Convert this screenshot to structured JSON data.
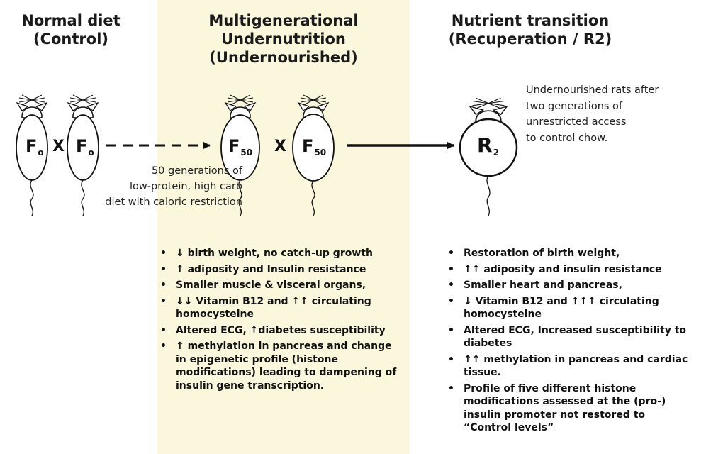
{
  "headings": {
    "control": [
      "Normal diet",
      "(Control)"
    ],
    "undernutrition": [
      "Multigenerational",
      "Undernutrition",
      "(Undernourished)"
    ],
    "recuperation": [
      "Nutrient transition",
      "(Recuperation / R2)"
    ]
  },
  "rats": {
    "control_1": {
      "main": "F",
      "sub": "o"
    },
    "control_2": {
      "main": "F",
      "sub": "o"
    },
    "under_1": {
      "main": "F",
      "sub": "50"
    },
    "under_2": {
      "main": "F",
      "sub": "50"
    },
    "recup": {
      "main": "R",
      "sub": "2"
    }
  },
  "cross_symbol": "X",
  "transition_note": [
    "50 generations of",
    "low-protein, high carb",
    "diet with caloric restriction"
  ],
  "recuperation_note": [
    "Undernourished rats after",
    "two generations of",
    "unrestricted access",
    "to control chow."
  ],
  "undernourished_effects": [
    "↓ birth weight, no catch-up growth",
    "↑ adiposity and Insulin resistance",
    "Smaller muscle & visceral organs,",
    "↓↓ Vitamin B12 and ↑↑ circulating homocysteine",
    "Altered ECG, ↑diabetes susceptibility",
    "↑ methylation in pancreas and change in epigenetic  profile (histone modifications) leading to dampening of insulin gene transcription."
  ],
  "recuperation_effects": [
    "Restoration of  birth weight,",
    "↑↑ adiposity and insulin resistance",
    "Smaller heart and pancreas,",
    "↓ Vitamin B12 and ↑↑↑ circulating homocysteine",
    "Altered ECG, Increased susceptibility to diabetes",
    "↑↑ methylation in pancreas and cardiac tissue.",
    "Profile of five different histone modifications assessed at the (pro-) insulin promoter not restored to “Control levels”"
  ],
  "colors": {
    "undernutrition_band": "#fbf7dc",
    "ink": "#111111"
  }
}
